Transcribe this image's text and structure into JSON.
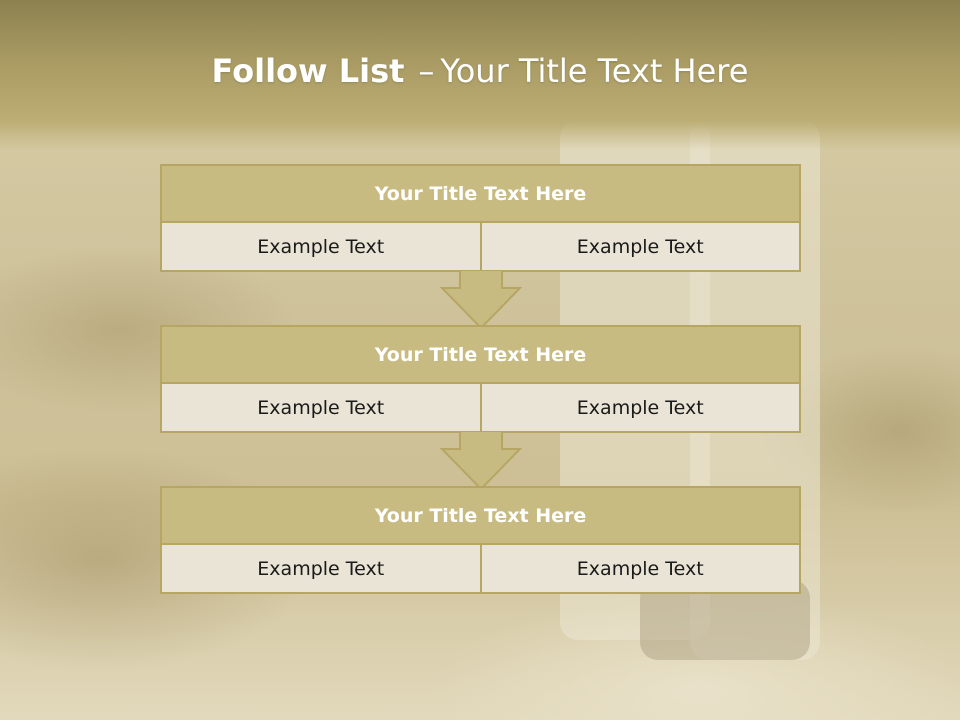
{
  "slide": {
    "title_bold": "Follow List",
    "title_dash": "–",
    "title_rest": "Your Title Text Here"
  },
  "blocks": [
    {
      "heading": "Your Title Text Here",
      "cells": [
        "Example Text",
        "Example Text"
      ]
    },
    {
      "heading": "Your Title Text Here",
      "cells": [
        "Example Text",
        "Example Text"
      ]
    },
    {
      "heading": "Your Title Text Here",
      "cells": [
        "Example Text",
        "Example Text"
      ]
    }
  ],
  "colors": {
    "header_band": "#a89a62",
    "block_head": "#c8bb82",
    "block_cell": "#e9e4d6",
    "border": "#b7a663",
    "arrow_fill": "#c8bb82"
  },
  "icons": [
    "down-arrow-icon",
    "down-arrow-icon"
  ]
}
